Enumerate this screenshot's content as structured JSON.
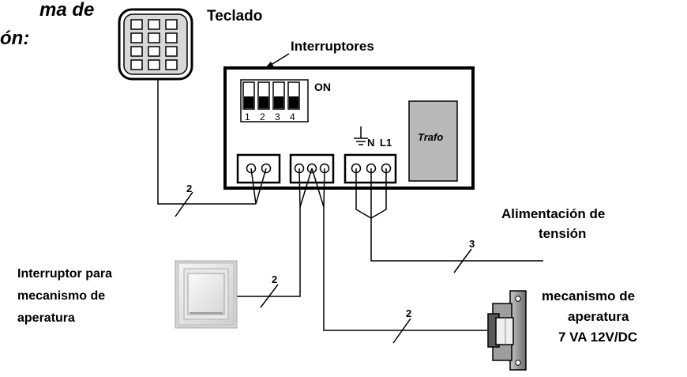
{
  "title_fragments": {
    "line1": "ma de",
    "line2": "ón:"
  },
  "labels": {
    "keypad": "Teclado",
    "switches": "Interruptores",
    "on": "ON",
    "dip_numbers": [
      "1",
      "2",
      "3",
      "4"
    ],
    "terminal_n": "N",
    "terminal_l1": "L1",
    "transformer": "Trafo",
    "power_line1": "Alimentación de",
    "power_line2": "tensión",
    "push_switch_line1": "Interruptor para",
    "push_switch_line2": "mecanismo de",
    "push_switch_line3": "aperatura",
    "lock_line1": "mecanismo de",
    "lock_line2": "aperatura",
    "lock_line3": "7 VA 12V/DC"
  },
  "wire_counts": {
    "keypad": "2",
    "power": "3",
    "switch": "2",
    "lock": "2"
  },
  "colors": {
    "line": "#000000",
    "keypad_bg": "#d8d8d8",
    "trafo_fill": "#b8b8b8",
    "switch_plate": "#e2e2e2"
  }
}
